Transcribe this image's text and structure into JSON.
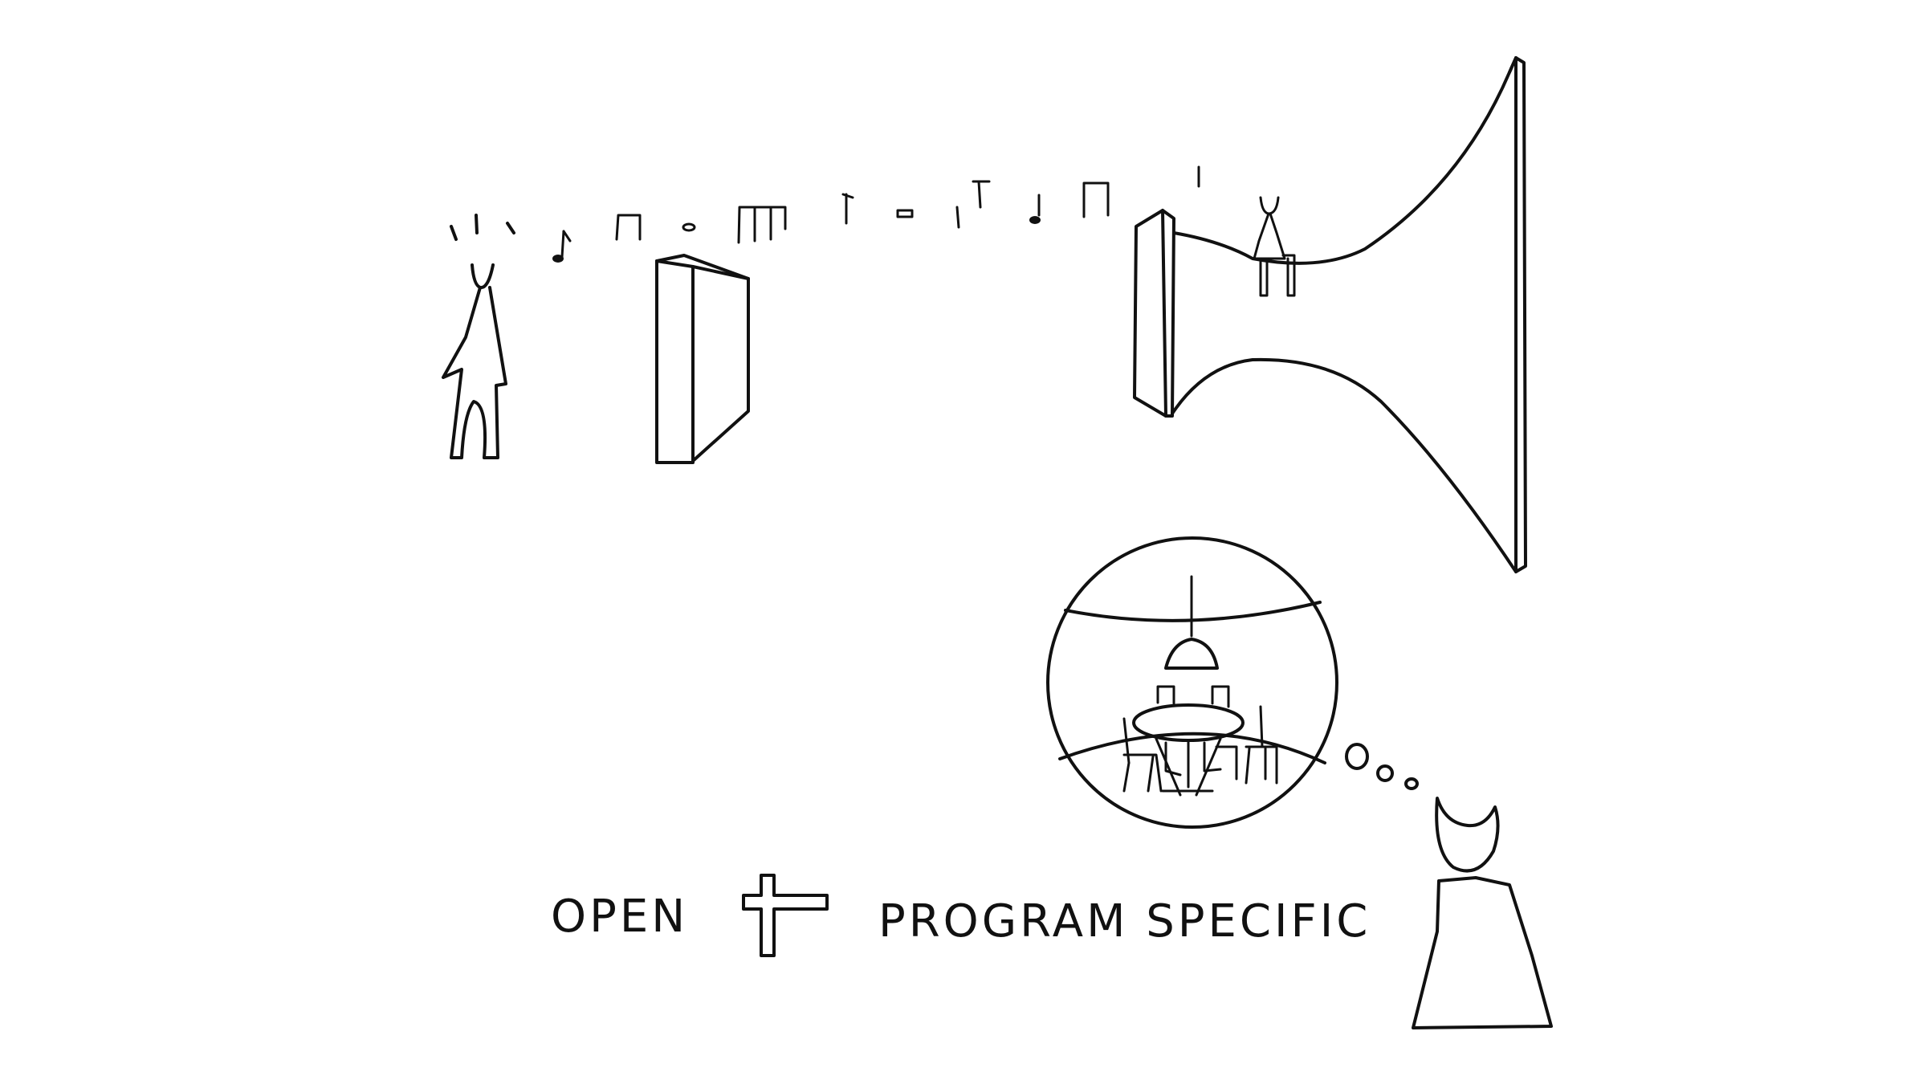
{
  "caption": {
    "left": "OPEN",
    "right": "PROGRAM SPECIFIC"
  },
  "colors": {
    "ink": "#111111",
    "background": "#ffffff"
  },
  "icons": [
    "person-figure",
    "music-notes",
    "wall-panel",
    "horn-shape",
    "thought-bubble",
    "plus-sign"
  ]
}
